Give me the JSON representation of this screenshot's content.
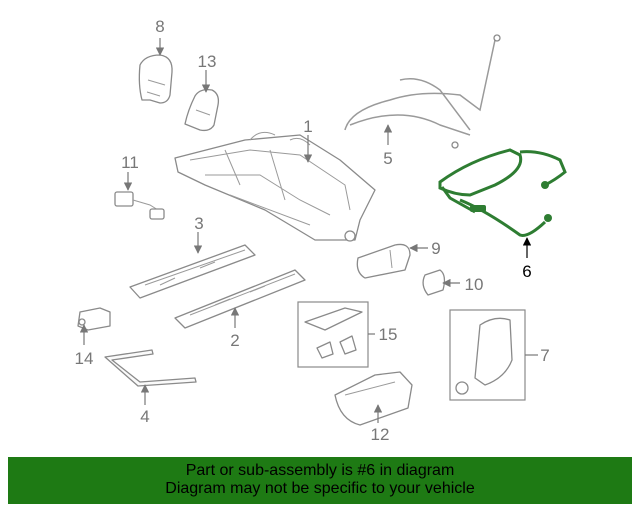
{
  "diagram": {
    "callouts": {
      "c1": "1",
      "c2": "2",
      "c3": "3",
      "c4": "4",
      "c5": "5",
      "c6": "6",
      "c7": "7",
      "c8": "8",
      "c9": "9",
      "c10": "10",
      "c11": "11",
      "c12": "12",
      "c13": "13",
      "c14": "14",
      "c15": "15"
    },
    "highlighted_part": "6",
    "colors": {
      "highlight": "#2e7d32",
      "part_outline": "#8a8a8a",
      "banner": "#1e7a14"
    }
  },
  "banner": {
    "line1": "Part or sub-assembly is #6 in diagram",
    "line2": "Diagram may not be specific to your vehicle"
  }
}
